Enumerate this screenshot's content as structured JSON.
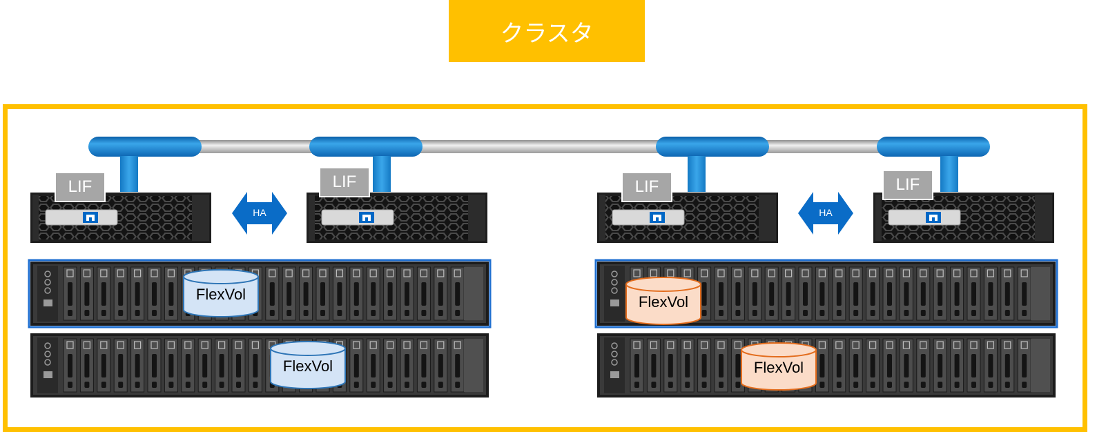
{
  "title": "クラスタ",
  "lif_label": "LIF",
  "ha_label": "HA",
  "volume_label": "FlexVol",
  "colors": {
    "accent": "#ffc000",
    "network_pipe": "#1f8fd6",
    "network_link": "#c8c8c8",
    "ha_arrow": "#0a6cc7",
    "lif_box": "#a6a6a6",
    "controller": "#1e1e1e",
    "shelf_highlight": "#1f6fd0",
    "volume_blue_fill": "#d4e4f6",
    "volume_blue_stroke": "#2e75b6",
    "volume_orange_fill": "#fbdcc8",
    "volume_orange_stroke": "#e36c1c"
  },
  "controllers": [
    {
      "lif": "LIF"
    },
    {
      "lif": "LIF"
    },
    {
      "lif": "LIF"
    },
    {
      "lif": "LIF"
    }
  ],
  "ha_pairs": [
    {
      "label": "HA"
    },
    {
      "label": "HA"
    }
  ],
  "shelves": [
    {
      "highlighted": true,
      "volume": "FlexVol",
      "volume_color": "blue"
    },
    {
      "highlighted": false,
      "volume": "FlexVol",
      "volume_color": "blue"
    },
    {
      "highlighted": true,
      "volume": "FlexVol",
      "volume_color": "orange"
    },
    {
      "highlighted": false,
      "volume": "FlexVol",
      "volume_color": "orange"
    }
  ]
}
